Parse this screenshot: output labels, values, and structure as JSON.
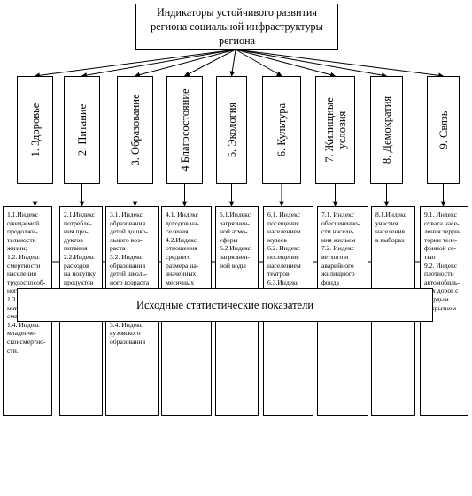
{
  "title": "Индикаторы устойчивого развития региона социальной инфраструктуры региона",
  "categories": [
    {
      "label": "1. Здоровье",
      "details": "1.1.Индекс\nожидаемой\nпродолжи-\nтельности\nжизни;\n1.2. Индекс\nсмертности\nнаселения\nтрудоспособ-\nного возраста;\n1.3. Индекс\nматеринской\nсмертности;\n1.4. Индекс\nмладенче-\nскойсмертно-\nсти."
    },
    {
      "label": "2. Питание",
      "details": "2.1.Индекс\nпотребле-\nния про-\nдуктов\nпитания\n2.2.Индекс\nрасходов\nна покупку\nпродуктов\nпитания"
    },
    {
      "label": "3. Образование",
      "details": "3.1. Индекс\nобразования\nдетей дошко-\nльного воз-\nраста\n3.2. Индекс\nобразования\nдетей школь-\nного возраста\n3.3. Индекс\nсреднего\nспециального\nобразования\n3.4. Индекс\nвузовского\nобразования"
    },
    {
      "label": "4 Благосостояние",
      "details": "4.1. Индекс\nдоходов на-\nселения\n4.2.Индекс\nотношения\nсреднего\nразмера на-\nзначенных\nмесячных\nпенсий к\nпрожиточно-\nму минимуму"
    },
    {
      "label": "5. Экология",
      "details": "5.1.Индекс\nзагрязнен-\nной атмо-\nсферы\n5.2 Индекс\nзагрязнен-\nной воды"
    },
    {
      "label": "6. Культура",
      "details": "6.1. Индекс\nпосещения\nнаселением\nмузеев\n6.2. Индекс\nпосещения\nнаселением\nтеатров\n6.3.Индекс\nпосещения\nнаселением\nбиблиотек"
    },
    {
      "label": "7. Жилищные\nусловия",
      "details": "7.1. Индекс\nобеспеченно-\nсти населе-\nния жильем\n7.2. Индекс\nветхого и\nаварийного\nжилищного\nфонда\n7.3. Индекс\nулучшения\nжилищных\nусловий"
    },
    {
      "label": "8. Демократия",
      "details": "8.1.Индекс\nучастия\nнаселения\nв выборах"
    },
    {
      "label": "9. Связь",
      "details": "9.1. Индекс\nохвата насе-\nления терри-\nтории теле-\nфонной се-\nтью\n9.2. Индекс\nплотности\nавтомобиль-\nных дорог с\nтвердым\nпокрытием"
    }
  ],
  "source": "Исходные статистические показатели",
  "colors": {
    "line": "#000000",
    "background": "#ffffff"
  }
}
